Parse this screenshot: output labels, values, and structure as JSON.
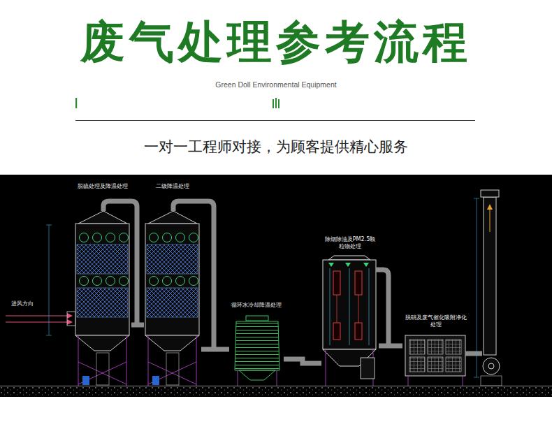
{
  "diagram": {
    "title": "废气处理参考流程",
    "nodes": [
      {
        "text": [
          "脱硫处理及降温处理"
        ]
      },
      {
        "text": [
          "二级降温处理"
        ]
      },
      {
        "text": [
          "循环水冷却降温处理"
        ]
      },
      {
        "text": [
          "除烟除油及PM2.5颗粒物处理"
        ]
      },
      {
        "text": [
          "脱硝及废气催化吸附净化处理"
        ]
      }
    ],
    "edges": [
      {
        "from": 0,
        "to": 1,
        "arrow": "none"
      },
      {
        "from": 1,
        "to": 2,
        "arrow": "none"
      },
      {
        "from": 2,
        "to": 3,
        "arrow": "none"
      },
      {
        "from": 3,
        "to": 4,
        "arrow": "none"
      }
    ],
    "labels": [
      "Green Doll Environmental Equipment",
      "一对一工程师对接，为顾客提供精心服务",
      "进风方向"
    ]
  }
}
